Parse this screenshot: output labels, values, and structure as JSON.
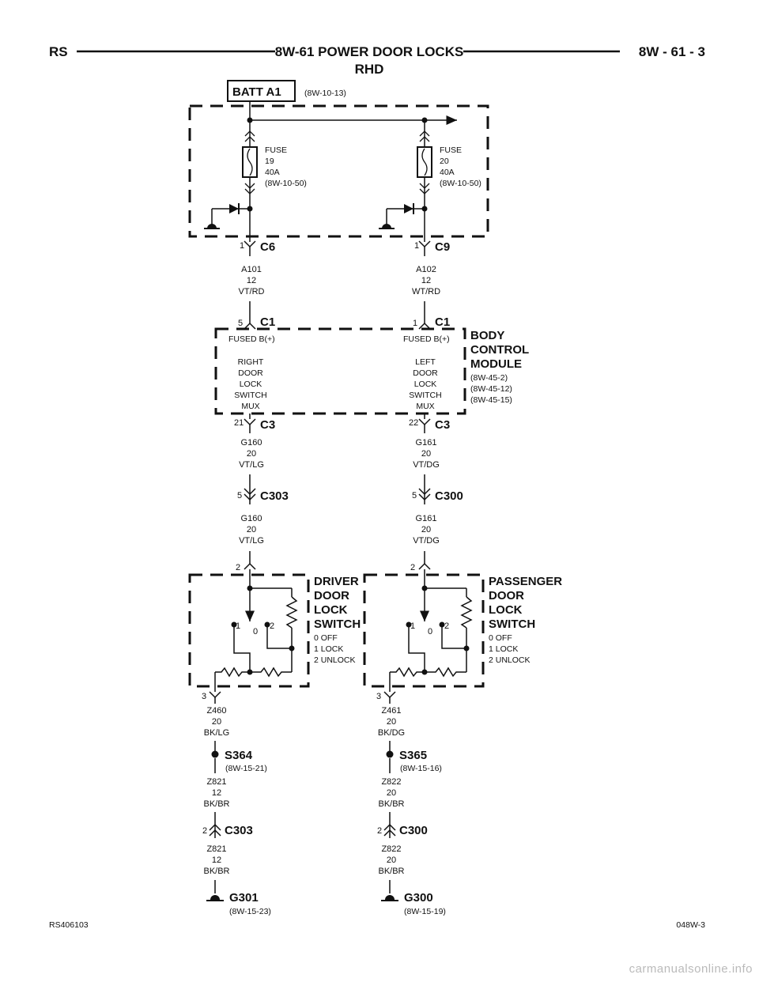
{
  "header": {
    "left": "RS",
    "title": "8W-61 POWER DOOR LOCKS",
    "subtitle": "RHD",
    "right": "8W - 61 - 3"
  },
  "footer": {
    "left": "RS406103",
    "right": "048W-3"
  },
  "watermark": "carmanualsonline.info",
  "batt": {
    "label": "BATT A1",
    "ref": "(8W-10-13)"
  },
  "fuse19": {
    "line1": "FUSE",
    "line2": "19",
    "line3": "40A",
    "line4": "(8W-10-50)"
  },
  "fuse20": {
    "line1": "FUSE",
    "line2": "20",
    "line3": "40A",
    "line4": "(8W-10-50)"
  },
  "conn_c6": {
    "pin": "1",
    "name": "C6"
  },
  "conn_c9": {
    "pin": "1",
    "name": "C9"
  },
  "wire_a101": {
    "circuit": "A101",
    "gauge": "12",
    "color": "VT/RD"
  },
  "wire_a102": {
    "circuit": "A102",
    "gauge": "12",
    "color": "WT/RD"
  },
  "bcm": {
    "title1": "BODY",
    "title2": "CONTROL",
    "title3": "MODULE",
    "ref1": "(8W-45-2)",
    "ref2": "(8W-45-12)",
    "ref3": "(8W-45-15)",
    "c1_left": {
      "pin": "5",
      "name": "C1",
      "label": "FUSED B(+)"
    },
    "c1_right": {
      "pin": "1",
      "name": "C1",
      "label": "FUSED B(+)"
    },
    "right_mux": [
      "RIGHT",
      "DOOR",
      "LOCK",
      "SWITCH",
      "MUX"
    ],
    "left_mux": [
      "LEFT",
      "DOOR",
      "LOCK",
      "SWITCH",
      "MUX"
    ],
    "c3_left": {
      "pin": "21",
      "name": "C3"
    },
    "c3_right": {
      "pin": "22",
      "name": "C3"
    }
  },
  "wire_g160_a": {
    "circuit": "G160",
    "gauge": "20",
    "color": "VT/LG"
  },
  "wire_g161_a": {
    "circuit": "G161",
    "gauge": "20",
    "color": "VT/DG"
  },
  "conn_c303_top": {
    "pin": "5",
    "name": "C303"
  },
  "conn_c300_top": {
    "pin": "5",
    "name": "C300"
  },
  "wire_g160_b": {
    "circuit": "G160",
    "gauge": "20",
    "color": "VT/LG"
  },
  "wire_g161_b": {
    "circuit": "G161",
    "gauge": "20",
    "color": "VT/DG"
  },
  "driver_switch": {
    "pin_in": "2",
    "pin_out": "3",
    "title1": "DRIVER",
    "title2": "DOOR",
    "title3": "LOCK",
    "title4": "SWITCH",
    "s0": "0 OFF",
    "s1": "1 LOCK",
    "s2": "2 UNLOCK",
    "p1": "1",
    "p0": "0",
    "p2": "2"
  },
  "passenger_switch": {
    "pin_in": "2",
    "pin_out": "3",
    "title1": "PASSENGER",
    "title2": "DOOR",
    "title3": "LOCK",
    "title4": "SWITCH",
    "s0": "0 OFF",
    "s1": "1 LOCK",
    "s2": "2 UNLOCK",
    "p1": "1",
    "p0": "0",
    "p2": "2"
  },
  "wire_z460": {
    "circuit": "Z460",
    "gauge": "20",
    "color": "BK/LG"
  },
  "wire_z461": {
    "circuit": "Z461",
    "gauge": "20",
    "color": "BK/DG"
  },
  "splice_s364": {
    "name": "S364",
    "ref": "(8W-15-21)"
  },
  "splice_s365": {
    "name": "S365",
    "ref": "(8W-15-16)"
  },
  "wire_z821_a": {
    "circuit": "Z821",
    "gauge": "12",
    "color": "BK/BR"
  },
  "wire_z822_a": {
    "circuit": "Z822",
    "gauge": "20",
    "color": "BK/BR"
  },
  "conn_c303_bot": {
    "pin": "2",
    "name": "C303"
  },
  "conn_c300_bot": {
    "pin": "2",
    "name": "C300"
  },
  "wire_z821_b": {
    "circuit": "Z821",
    "gauge": "12",
    "color": "BK/BR"
  },
  "wire_z822_b": {
    "circuit": "Z822",
    "gauge": "20",
    "color": "BK/BR"
  },
  "ground_g301": {
    "name": "G301",
    "ref": "(8W-15-23)"
  },
  "ground_g300": {
    "name": "G300",
    "ref": "(8W-15-19)"
  }
}
